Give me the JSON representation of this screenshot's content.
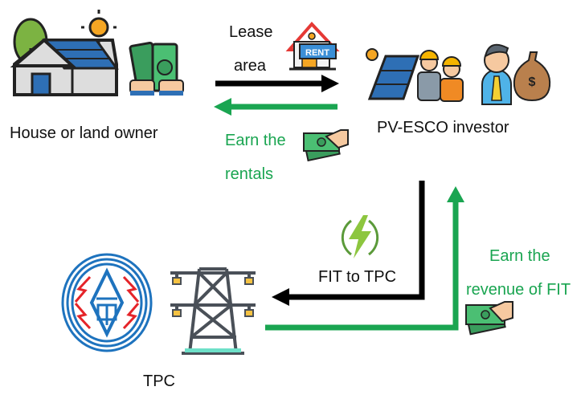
{
  "nodes": {
    "owner": {
      "label": "House or land owner"
    },
    "investor": {
      "label": "PV-ESCO investor"
    },
    "tpc": {
      "label": "TPC"
    }
  },
  "flows": {
    "lease": {
      "line1": "Lease",
      "line2": "area"
    },
    "rentals": {
      "line1": "Earn the",
      "line2": "rentals"
    },
    "fit": {
      "label": "FIT to TPC"
    },
    "revenue": {
      "line1": "Earn the",
      "line2": "revenue of FIT"
    }
  },
  "icons": {
    "rent_sign": "RENT",
    "money_bag": "$"
  },
  "colors": {
    "green_flow": "#1aa551",
    "black_flow": "#000000"
  }
}
